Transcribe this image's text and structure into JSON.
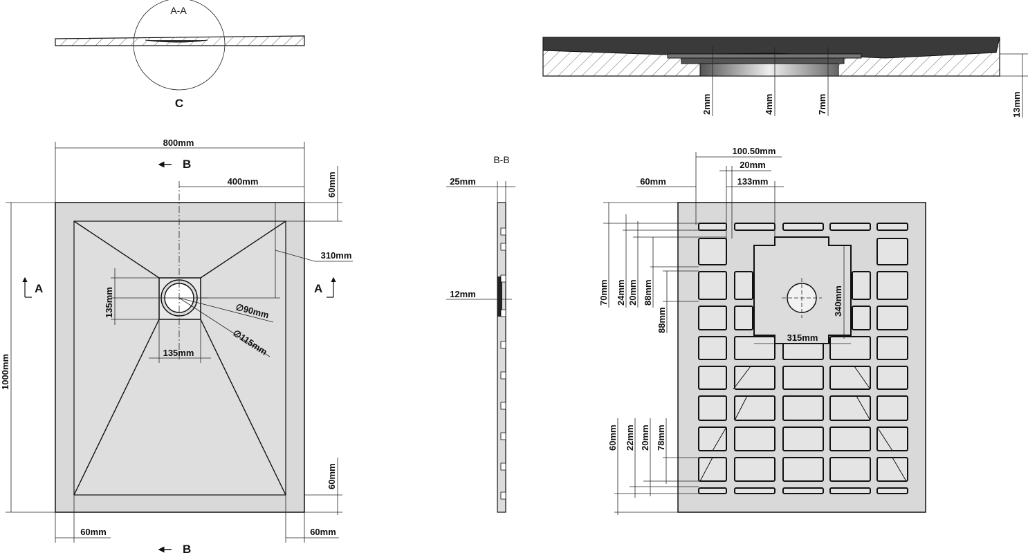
{
  "colors": {
    "tray_fill": "#d9d9d9",
    "inner_fill": "#dcdcdc",
    "cell_fill": "#e4e4e4",
    "rim_fill": "#3a3a3a",
    "line": "#111111"
  },
  "section_views": {
    "aa_label": "A-A",
    "detail_label": "C",
    "bb_label": "B-B"
  },
  "detail_c": {
    "dim_2": "2mm",
    "dim_4": "4mm",
    "dim_7": "7mm",
    "dim_13": "13mm"
  },
  "plan_view": {
    "width_total": "800mm",
    "half_width": "400mm",
    "height_total": "1000mm",
    "border_top": "60mm",
    "border_bottom": "60mm",
    "border_left": "60mm",
    "border_right": "60mm",
    "depth_to_drain": "310mm",
    "drain_box_height": "135mm",
    "drain_box_width": "135mm",
    "drain_dia_inner": "∅90mm",
    "drain_dia_outer": "∅115mm",
    "section_a_left": "A",
    "section_a_right": "A",
    "section_b_top": "B",
    "section_b_bottom": "B"
  },
  "side_view": {
    "thickness_edge": "25mm",
    "thickness_mid": "12mm"
  },
  "bottom_view": {
    "dim_100_50": "100.50mm",
    "dim_20_top": "20mm",
    "dim_133": "133mm",
    "dim_60_top": "60mm",
    "dim_70": "70mm",
    "dim_24": "24mm",
    "dim_20_left": "20mm",
    "dim_88a": "88mm",
    "dim_88b": "88mm",
    "dim_340": "340mm",
    "dim_315": "315mm",
    "dim_60_bottom": "60mm",
    "dim_22": "22mm",
    "dim_20_bottom": "20mm",
    "dim_78": "78mm"
  }
}
